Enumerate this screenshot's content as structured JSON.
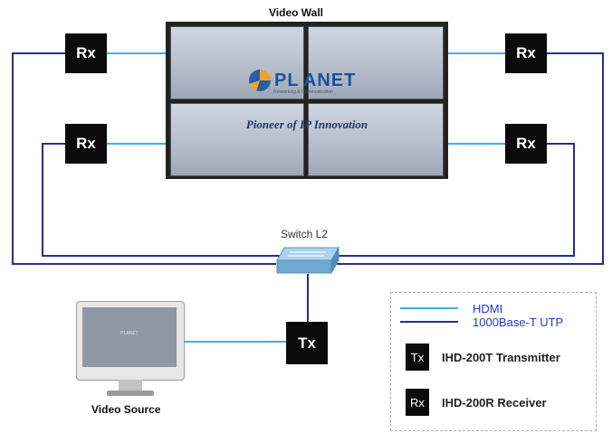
{
  "video_wall": {
    "title": "Video Wall",
    "logo_text": "PL ANET",
    "logo_subtext": "Networking & Communication",
    "tagline": "Pioneer of IP Innovation"
  },
  "receivers": [
    {
      "label": "Rx"
    },
    {
      "label": "Rx"
    },
    {
      "label": "Rx"
    },
    {
      "label": "Rx"
    }
  ],
  "switch": {
    "label": "Switch L2",
    "icon": "network-switch-icon"
  },
  "transmitter": {
    "label": "Tx"
  },
  "source": {
    "label": "Video Source",
    "screen_text": "PLANET",
    "icon": "monitor-icon"
  },
  "legend": {
    "hdmi": "HDMI",
    "utp": "1000Base-T UTP",
    "tx_badge": "Tx",
    "tx_label": "IHD-200T Transmitter",
    "rx_badge": "Rx",
    "rx_label": "IHD-200R Receiver"
  },
  "colors": {
    "hdmi": "#3bb3e6",
    "utp": "#2b2b8f",
    "node_bg": "#0b0b0b"
  }
}
